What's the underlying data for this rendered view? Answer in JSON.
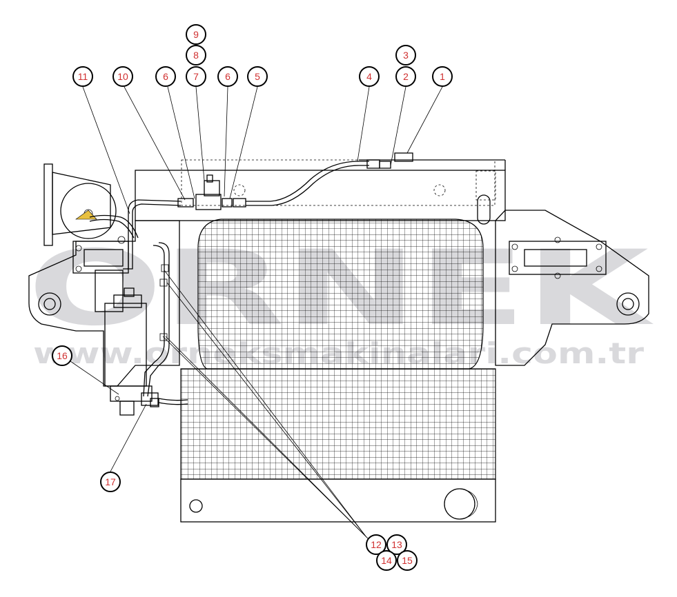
{
  "watermark": {
    "brand": "ORNEK",
    "url": "www.orneksmakinalari.com.tr",
    "color": "#d9d9dc"
  },
  "callouts": [
    {
      "id": "c1",
      "label": "1"
    },
    {
      "id": "c2",
      "label": "2"
    },
    {
      "id": "c3",
      "label": "3"
    },
    {
      "id": "c4",
      "label": "4"
    },
    {
      "id": "c5",
      "label": "5"
    },
    {
      "id": "c6a",
      "label": "6"
    },
    {
      "id": "c6b",
      "label": "6"
    },
    {
      "id": "c7",
      "label": "7"
    },
    {
      "id": "c8",
      "label": "8"
    },
    {
      "id": "c9",
      "label": "9"
    },
    {
      "id": "c10",
      "label": "10"
    },
    {
      "id": "c11",
      "label": "11"
    },
    {
      "id": "c12",
      "label": "12"
    },
    {
      "id": "c13",
      "label": "13"
    },
    {
      "id": "c14",
      "label": "14"
    },
    {
      "id": "c15",
      "label": "15"
    },
    {
      "id": "c16",
      "label": "16"
    },
    {
      "id": "c17",
      "label": "17"
    }
  ],
  "colors": {
    "callout_text": "#d03030",
    "line": "#000000"
  }
}
